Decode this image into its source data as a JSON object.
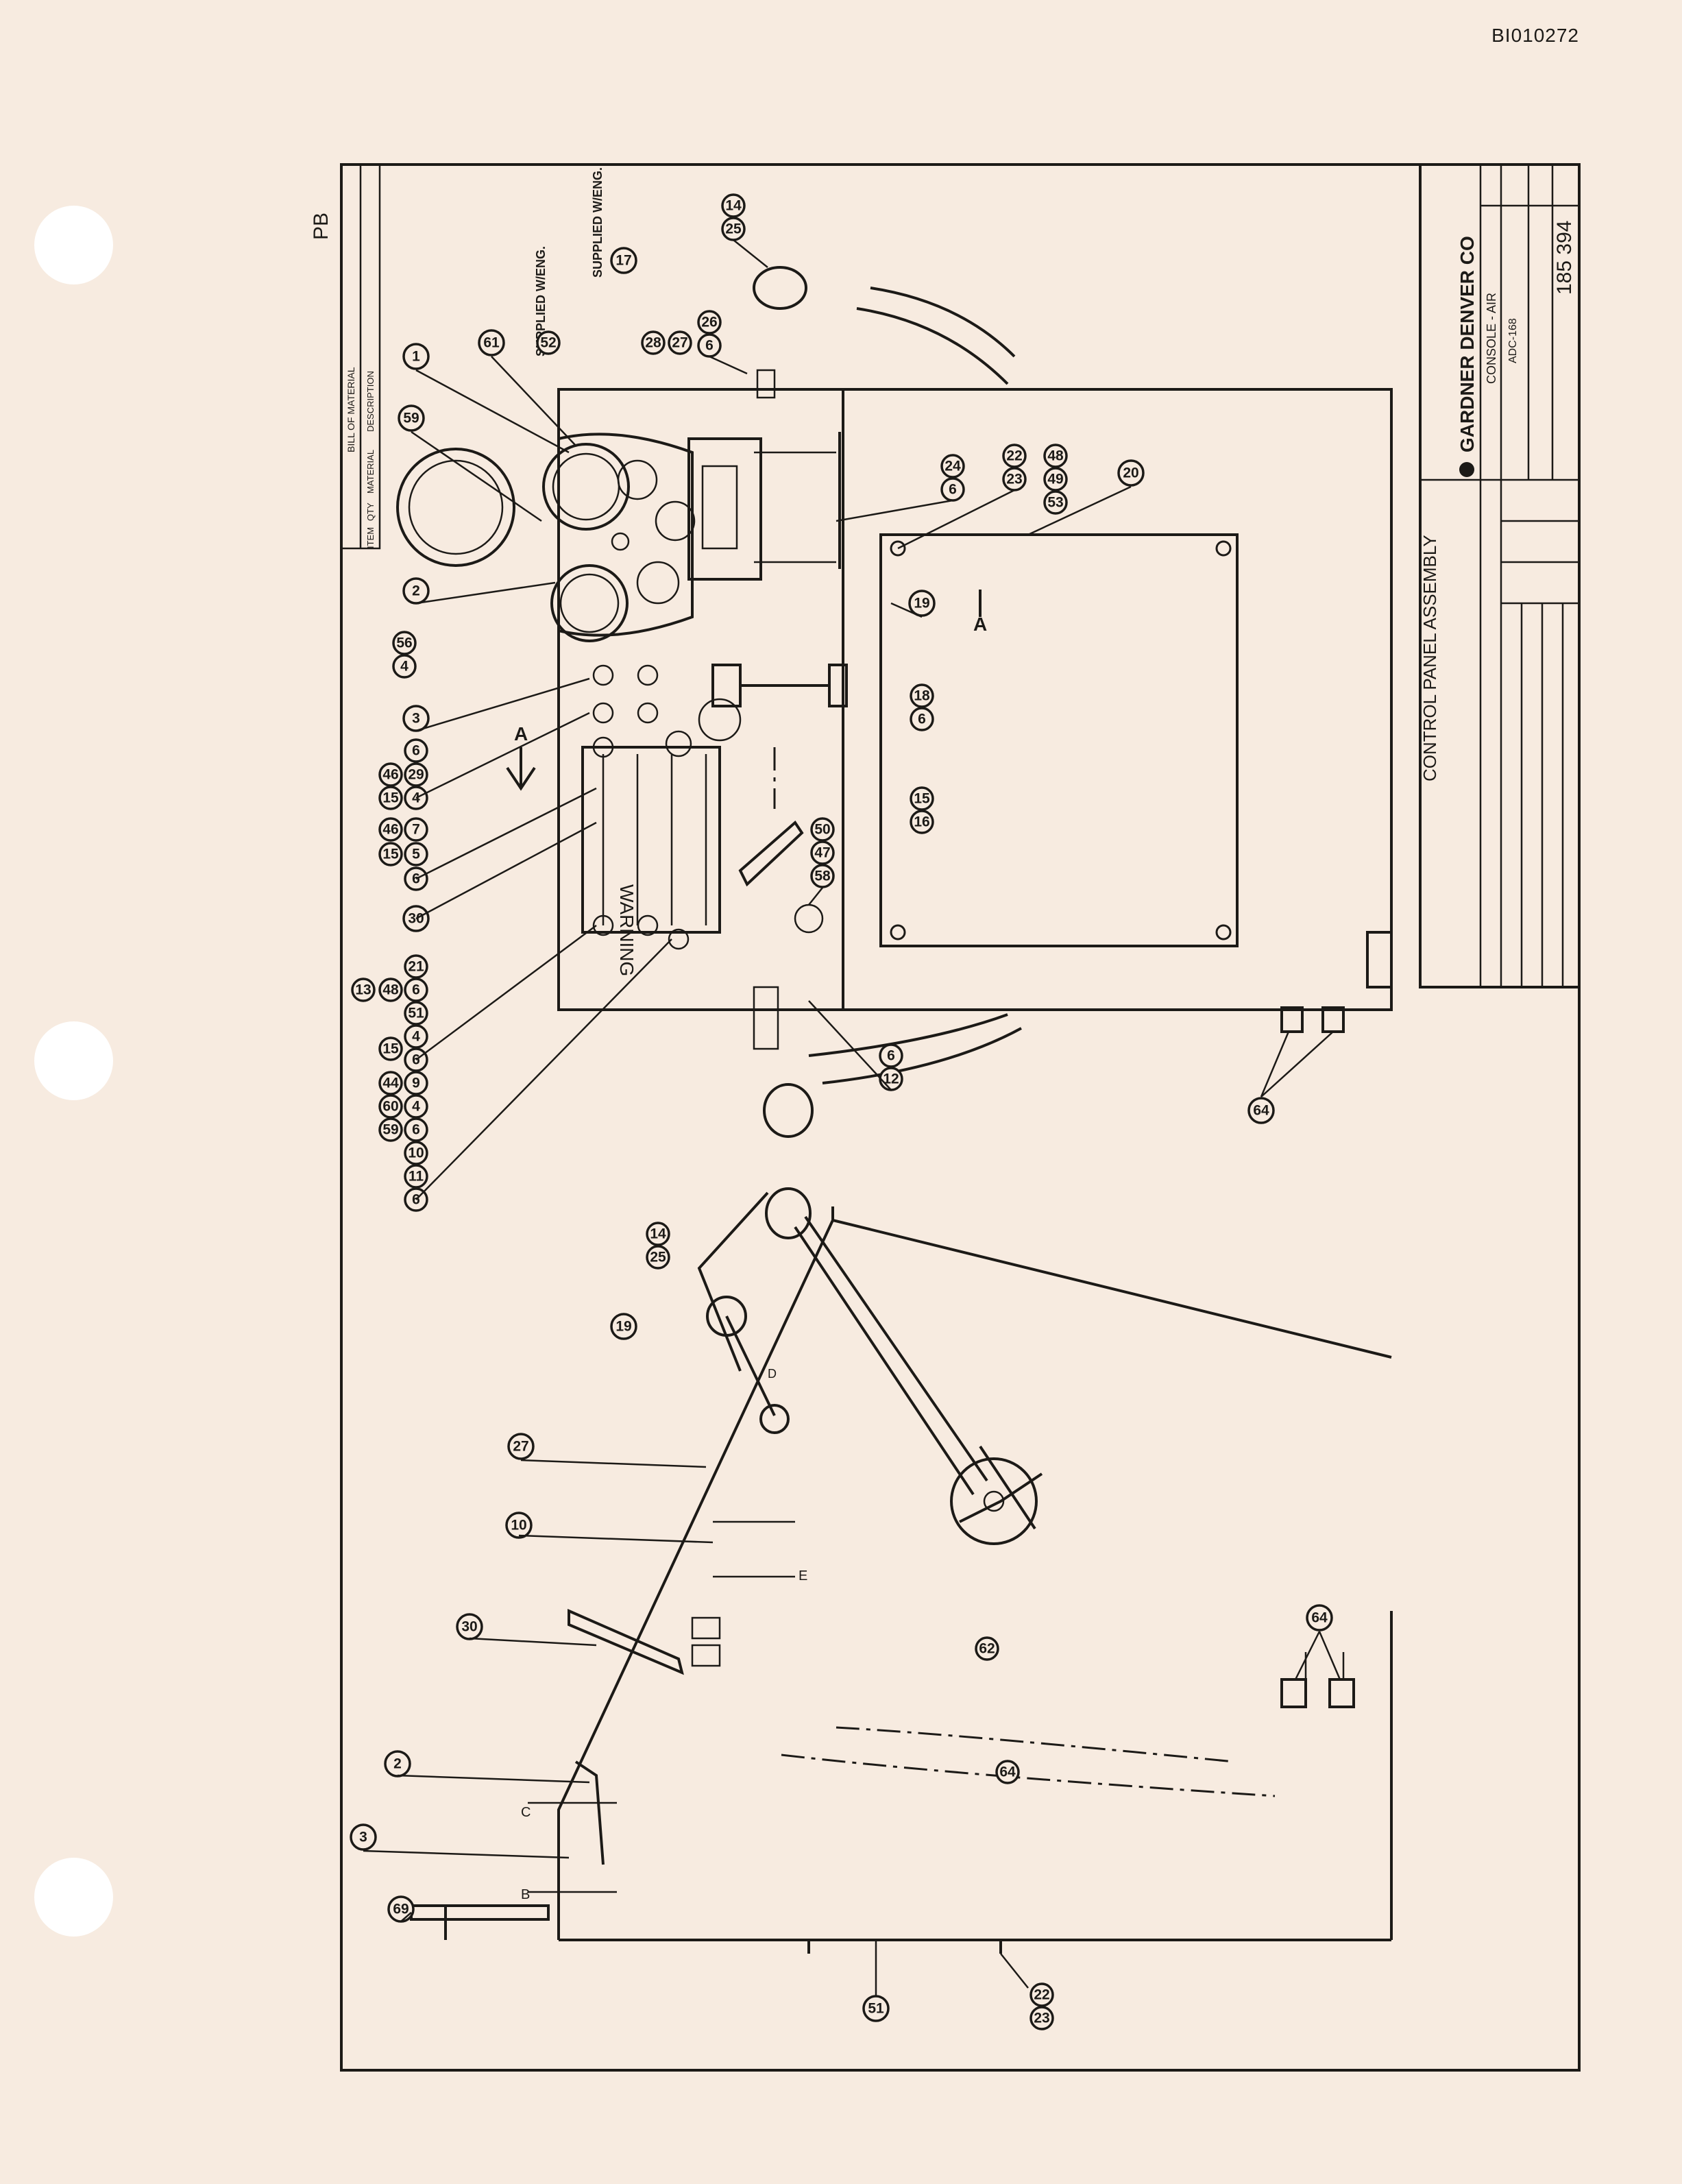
{
  "header": {
    "page_id": "BI010272"
  },
  "drawing": {
    "section_mark": "PB",
    "bom_title": "BILL OF MATERIAL",
    "bom_columns": [
      "ITEM",
      "QTY",
      "MATERIAL",
      "DESCRIPTION"
    ],
    "title": "CONTROL PANEL ASSEMBLY",
    "company": "GARDNER DENVER CO",
    "part_name": "CONSOLE - AIR",
    "part_model": "ADC-168",
    "drawing_number": "185 394",
    "warning_label": "WARNING",
    "supplied_note_1": "SUPPLIED W/ENG.",
    "supplied_note_2": "SUPPLIED W/ENG.",
    "view_marker": "A",
    "section_b": "B",
    "section_c": "C",
    "section_e": "E",
    "lever_detail_d": "D",
    "balloons": {
      "front_top": [
        "14",
        "25",
        "26",
        "6",
        "27",
        "28",
        "52",
        "1",
        "61",
        "17",
        "59",
        "2",
        "56",
        "4",
        "3",
        "6",
        "29",
        "4",
        "46",
        "15",
        "7",
        "5",
        "6",
        "46",
        "15",
        "30",
        "21",
        "6",
        "51",
        "4",
        "6",
        "48",
        "13",
        "15",
        "9",
        "4",
        "6",
        "10",
        "44",
        "60",
        "59",
        "11",
        "6"
      ],
      "front_right": [
        "24",
        "6",
        "22",
        "23",
        "48",
        "49",
        "53",
        "20",
        "19",
        "18",
        "6",
        "15",
        "16",
        "50",
        "47",
        "58",
        "6",
        "12",
        "64"
      ],
      "side_view": [
        "14",
        "25",
        "19",
        "27",
        "10",
        "30",
        "2",
        "3",
        "69",
        "51",
        "22",
        "23",
        "62",
        "64",
        "64"
      ]
    }
  }
}
